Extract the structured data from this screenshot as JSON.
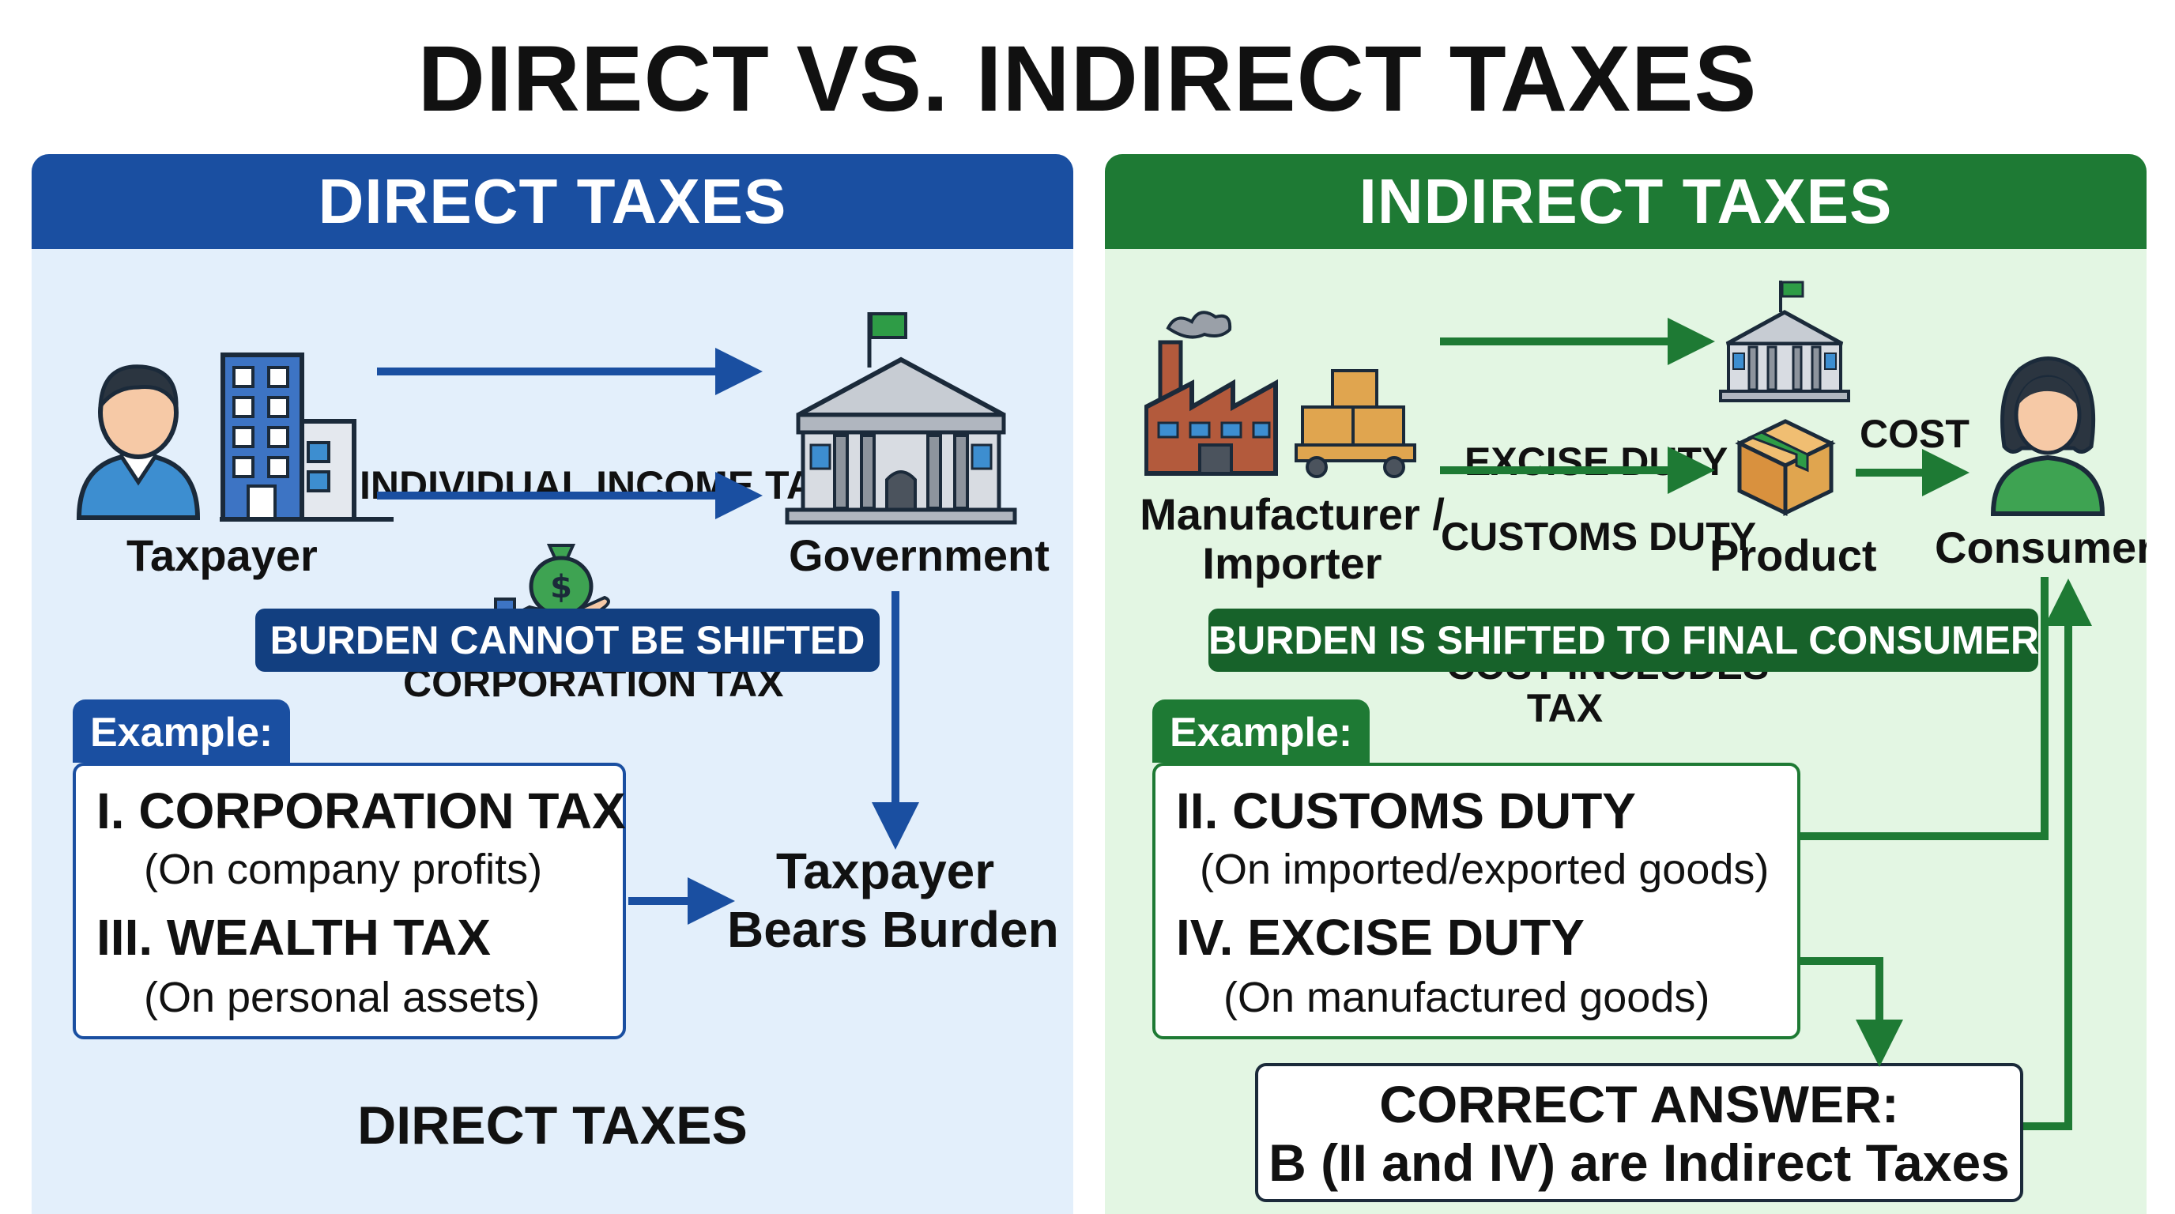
{
  "title": "DIRECT VS. INDIRECT TAXES",
  "direct": {
    "header": "DIRECT TAXES",
    "taxpayer_label": "Taxpayer",
    "government_label": "Government",
    "arrow_top_label": "INDIVIDUAL INCOME TAX",
    "arrow_bottom_label": "CORPORATION TAX",
    "burden_pill": "BURDEN CANNOT BE SHIFTED",
    "example_tab": "Example:",
    "examples": [
      {
        "head": "I. CORPORATION TAX",
        "sub": "(On company profits)"
      },
      {
        "head": "III. WEALTH TAX",
        "sub": "(On personal assets)"
      }
    ],
    "result_line1": "Taxpayer",
    "result_line2": "Bears Burden",
    "footer": "DIRECT TAXES"
  },
  "indirect": {
    "header": "INDIRECT TAXES",
    "manufacturer_line1": "Manufacturer /",
    "manufacturer_line2": "Importer",
    "excise_label": "EXCISE DUTY",
    "customs_label": "CUSTOMS DUTY",
    "cost_includes_line1": "COST INCLUDES",
    "cost_includes_line2": "TAX",
    "product_label": "Product",
    "cost_label": "COST",
    "consumer_label": "Consumer",
    "burden_pill": "BURDEN IS SHIFTED TO FINAL CONSUMER",
    "example_tab": "Example:",
    "examples": [
      {
        "head": "II. CUSTOMS DUTY",
        "sub": "(On imported/exported goods)"
      },
      {
        "head": "IV. EXCISE DUTY",
        "sub": "(On manufactured goods)"
      }
    ],
    "answer_line1": "CORRECT ANSWER:",
    "answer_line2": "B (II and IV) are Indirect Taxes"
  },
  "colors": {
    "blue": "#1a4fa1",
    "navy": "#123f80",
    "green": "#1e7a34",
    "darkgreen": "#17622a"
  }
}
